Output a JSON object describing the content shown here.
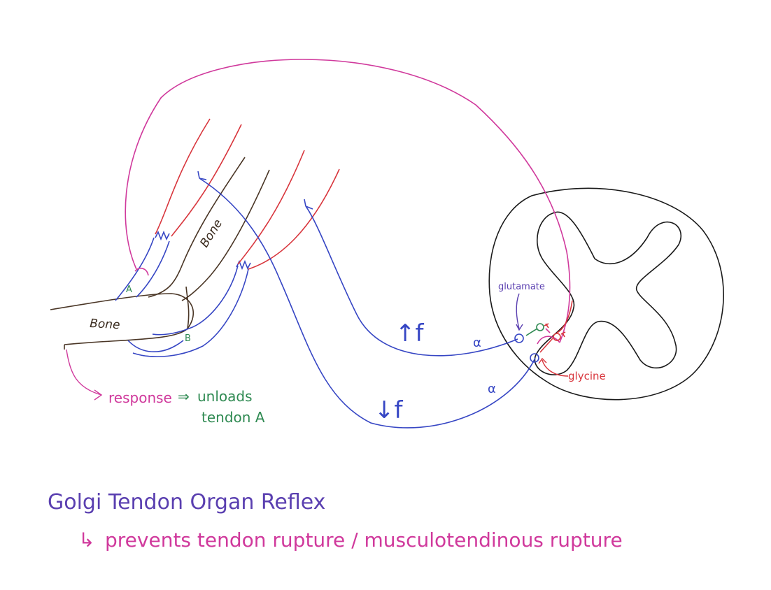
{
  "colors": {
    "brown": "#4a3626",
    "blue": "#3646c4",
    "red": "#d8353c",
    "magenta": "#d0399c",
    "green": "#2f8a52",
    "purple": "#5a3fb0",
    "black": "#1a1a1a"
  },
  "labels": {
    "bone_lower": "Bone",
    "bone_upper": "Bone",
    "tendon_a": "A",
    "tendon_b": "B",
    "up_f": "↑f",
    "down_f": "↓f",
    "alpha_upper": "α",
    "alpha_lower": "α",
    "glutamate": "glutamate",
    "glycine": "glycine",
    "response": "response",
    "unloads_arrow": "⇒",
    "unloads_line1": "unloads",
    "unloads_line2": "tendon A"
  },
  "title": {
    "main": "Golgi Tendon Organ Reflex",
    "sub_arrow": "↳",
    "sub": "prevents tendon rupture / musculotendinous rupture"
  }
}
